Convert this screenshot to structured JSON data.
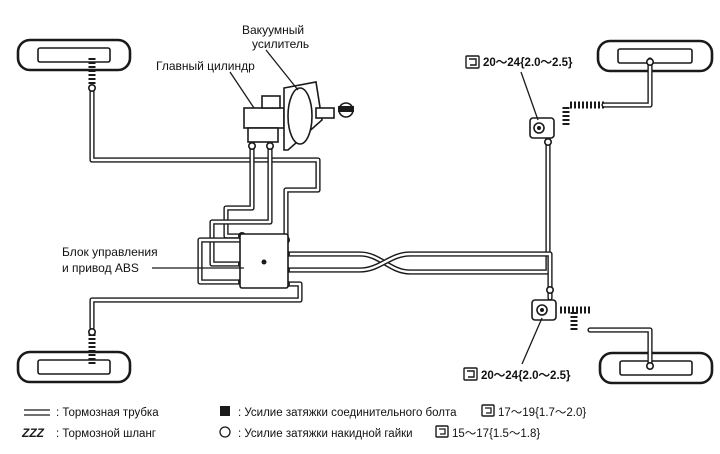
{
  "labels": {
    "booster_line1": "Вакуумный",
    "booster_line2": "усилитель",
    "master_cylinder": "Главный цилиндр",
    "abs_line1": "Блок управления",
    "abs_line2": "и привод ABS"
  },
  "torque_specs": {
    "rear_top": "20～24{2.0～2.5}",
    "rear_bottom": "20～24{2.0～2.5}"
  },
  "legend": {
    "brake_pipe": ": Тормозная трубка",
    "brake_hose": ": Тормозной шланг",
    "union_bolt": ": Усилие затяжки соединительного болта",
    "union_bolt_value": "17～19{1.7～2.0}",
    "flare_nut": ": Усилие затяжки накидной гайки",
    "flare_nut_value": "15～17{1.5～1.8}"
  },
  "icons": {
    "torque_wrench": "torque-wrench-icon",
    "union_bolt_marker": "filled-square-icon",
    "flare_nut_marker": "open-circle-icon"
  }
}
